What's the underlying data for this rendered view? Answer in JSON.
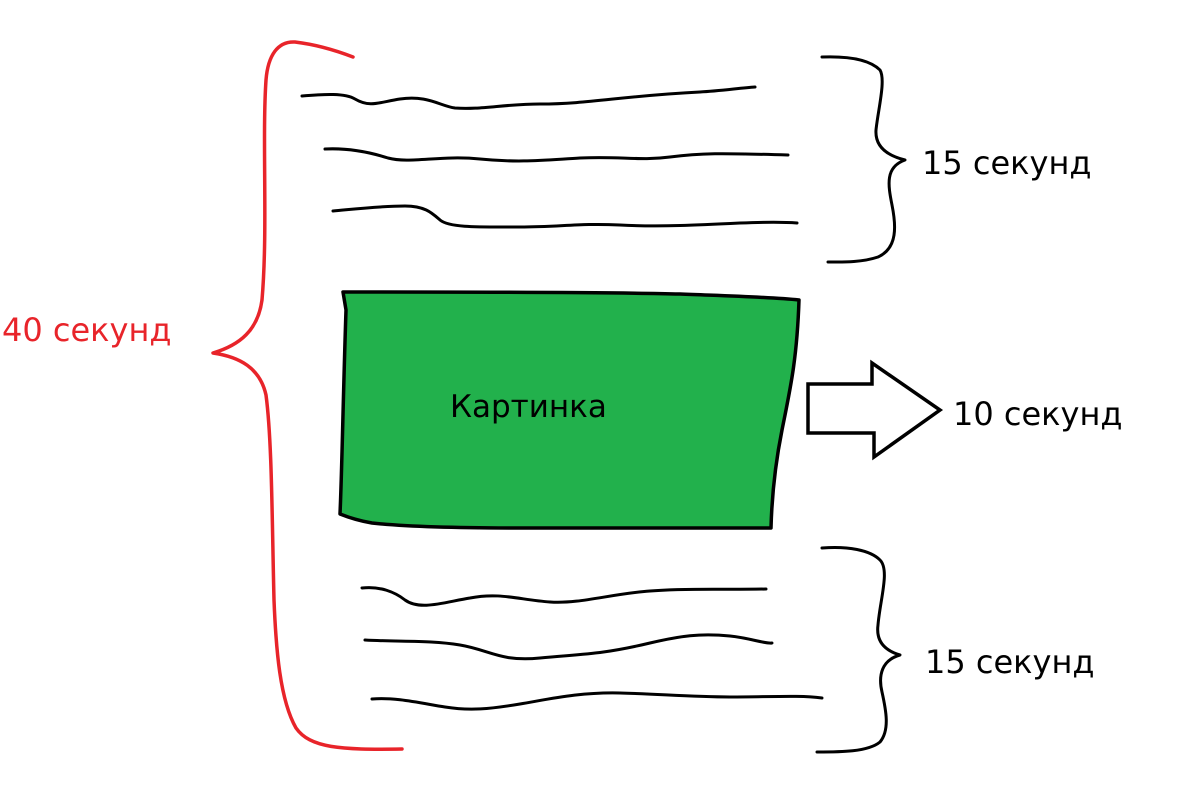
{
  "colors": {
    "ink": "#000000",
    "accent": "#e8242a",
    "picture_fill": "#22b14c",
    "background": "#ffffff"
  },
  "labels": {
    "total": "40 секунд",
    "top_text": "15 секунд",
    "image": "Картинка",
    "image_time": "10 секунд",
    "bottom_text": "15 секунд"
  },
  "icons": {
    "left_brace": "curly-brace-icon",
    "right_braces": "curly-brace-icon",
    "arrow": "right-arrow-icon"
  }
}
